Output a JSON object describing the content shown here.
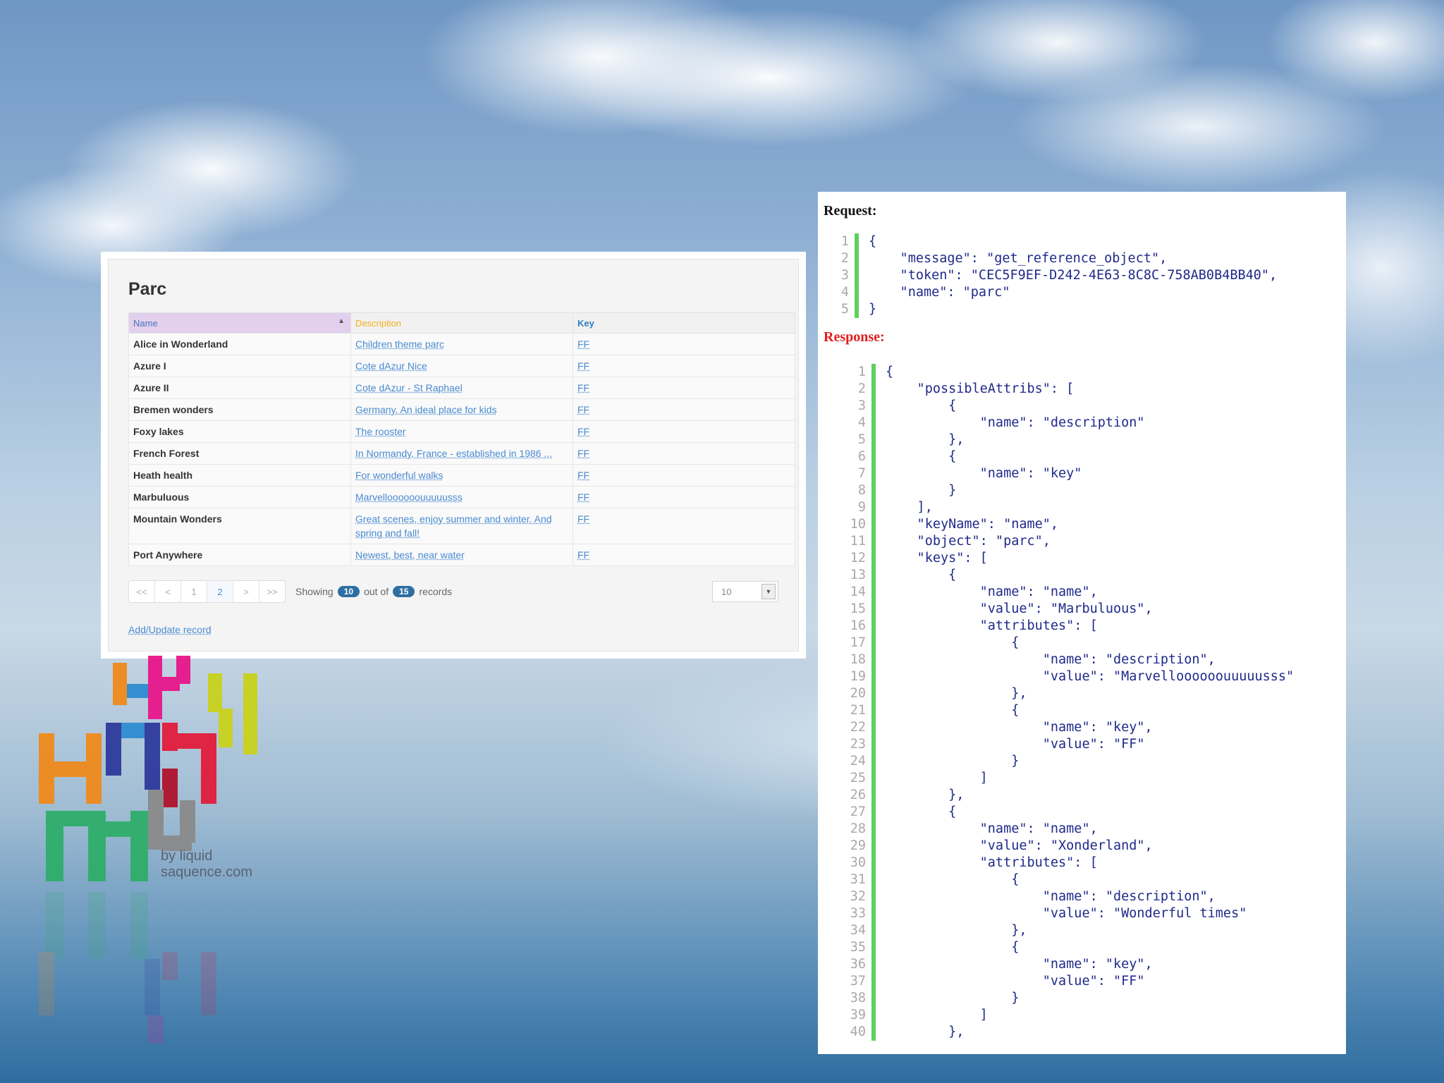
{
  "parc": {
    "title": "Parc",
    "columns": {
      "name": "Name",
      "description": "Description",
      "key": "Key"
    },
    "rows": [
      {
        "name": "Alice in Wonderland",
        "description": "Children theme parc",
        "key": "FF"
      },
      {
        "name": "Azure I",
        "description": "Cote dAzur Nice",
        "key": "FF"
      },
      {
        "name": "Azure II",
        "description": "Cote dAzur - St Raphael",
        "key": "FF"
      },
      {
        "name": "Bremen wonders",
        "description": "Germany. An ideal place for kids",
        "key": "FF"
      },
      {
        "name": "Foxy lakes",
        "description": "The rooster",
        "key": "FF"
      },
      {
        "name": "French Forest",
        "description": "In Normandy, France - established in 1986 ...",
        "key": "FF"
      },
      {
        "name": "Heath health",
        "description": "For wonderful walks",
        "key": "FF"
      },
      {
        "name": "Marbuluous",
        "description": "Marvelloooooouuuuusss",
        "key": "FF"
      },
      {
        "name": "Mountain Wonders",
        "description": "Great scenes, enjoy summer and winter. And spring and fall!",
        "key": "FF"
      },
      {
        "name": "Port Anywhere",
        "description": "Newest, best, near water",
        "key": "FF"
      }
    ],
    "pager": {
      "first": "<<",
      "prev": "<",
      "page1": "1",
      "page2": "2",
      "next": ">",
      "last": ">>",
      "showing": "Showing",
      "shown_count": "10",
      "out_of": "out of",
      "total_count": "15",
      "records": "records"
    },
    "page_size": "10",
    "add_update_link": "Add/Update record"
  },
  "logo": {
    "byline_1": "by liquid",
    "byline_2": "saquence.com"
  },
  "request": {
    "label": "Request:",
    "lines": [
      "{",
      "    \"message\": \"get_reference_object\",",
      "    \"token\": \"CEC5F9EF-D242-4E63-8C8C-758AB0B4BB40\",",
      "    \"name\": \"parc\"",
      "}"
    ]
  },
  "response": {
    "label": "Response:",
    "lines": [
      "{",
      "    \"possibleAttribs\": [",
      "        {",
      "            \"name\": \"description\"",
      "        },",
      "        {",
      "            \"name\": \"key\"",
      "        }",
      "    ],",
      "    \"keyName\": \"name\",",
      "    \"object\": \"parc\",",
      "    \"keys\": [",
      "        {",
      "            \"name\": \"name\",",
      "            \"value\": \"Marbuluous\",",
      "            \"attributes\": [",
      "                {",
      "                    \"name\": \"description\",",
      "                    \"value\": \"Marvelloooooouuuuusss\"",
      "                },",
      "                {",
      "                    \"name\": \"key\",",
      "                    \"value\": \"FF\"",
      "                }",
      "            ]",
      "        },",
      "        {",
      "            \"name\": \"name\",",
      "            \"value\": \"Xonderland\",",
      "            \"attributes\": [",
      "                {",
      "                    \"name\": \"description\",",
      "                    \"value\": \"Wonderful times\"",
      "                },",
      "                {",
      "                    \"name\": \"key\",",
      "                    \"value\": \"FF\"",
      "                }",
      "            ]",
      "        },"
    ]
  },
  "colors": {
    "link": "#4a8ad0",
    "badge": "#2d6fa3",
    "response_label": "#e02020",
    "code_text": "#1f2a8a",
    "gutter_bar": "#5cd15c"
  }
}
